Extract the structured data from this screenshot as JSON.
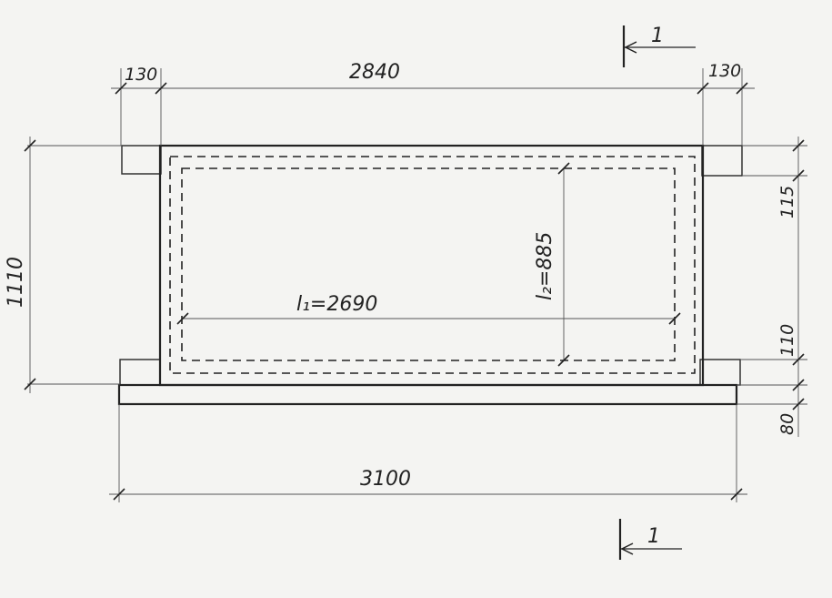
{
  "drawing": {
    "section_mark_top": "1",
    "section_mark_bottom": "1",
    "dims": {
      "top_left": "130",
      "top_middle": "2840",
      "top_right": "130",
      "left_height": "1110",
      "right_upper": "115",
      "right_middle": "110",
      "right_lower": "80",
      "bottom_total": "3100",
      "span_l1": "l₁=2690",
      "span_l2": "l₂=885"
    }
  }
}
